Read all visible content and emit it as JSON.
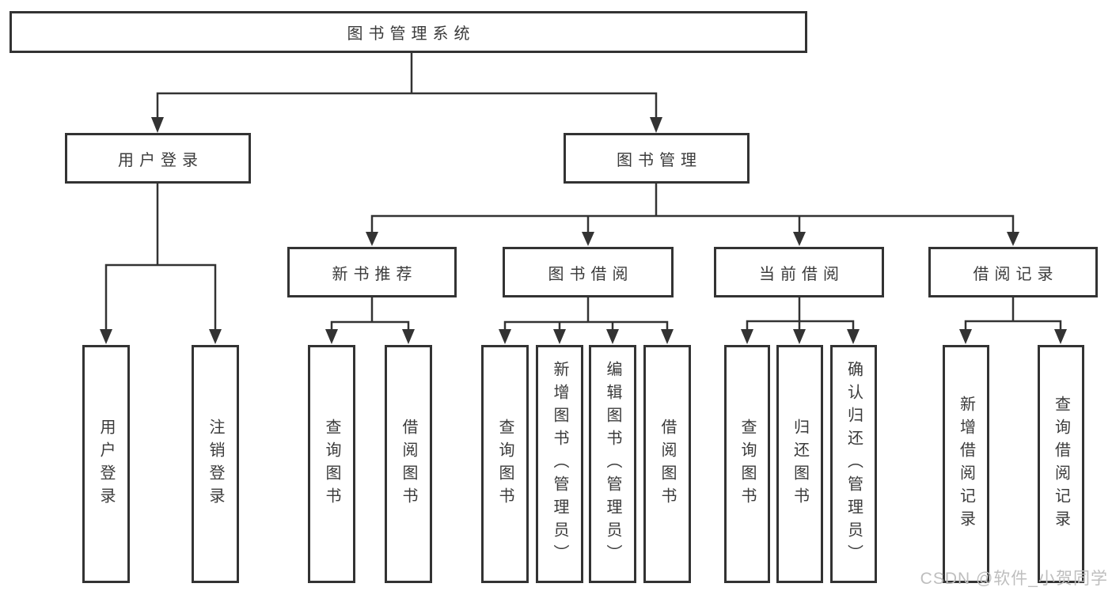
{
  "diagram": {
    "root": {
      "label": "图书管理系统"
    },
    "branches": [
      {
        "label": "用户登录",
        "children": [
          {
            "label": "用户登录"
          },
          {
            "label": "注销登录"
          }
        ]
      },
      {
        "label": "图书管理",
        "groups": [
          {
            "label": "新书推荐",
            "children": [
              {
                "label": "查询图书"
              },
              {
                "label": "借阅图书"
              }
            ]
          },
          {
            "label": "图书借阅",
            "children": [
              {
                "label": "查询图书"
              },
              {
                "label": "新增图书（管理员）"
              },
              {
                "label": "编辑图书（管理员）"
              },
              {
                "label": "借阅图书"
              }
            ]
          },
          {
            "label": "当前借阅",
            "children": [
              {
                "label": "查询图书"
              },
              {
                "label": "归还图书"
              },
              {
                "label": "确认归还（管理员）"
              }
            ]
          },
          {
            "label": "借阅记录",
            "children": [
              {
                "label": "新增借阅记录"
              },
              {
                "label": "查询借阅记录"
              }
            ]
          }
        ]
      }
    ]
  },
  "watermark": {
    "text": "CSDN @软件_小贺同学"
  },
  "colors": {
    "line": "#333333",
    "text": "#3b3b3b",
    "watermark": "#bebebe",
    "background": "#ffffff"
  }
}
